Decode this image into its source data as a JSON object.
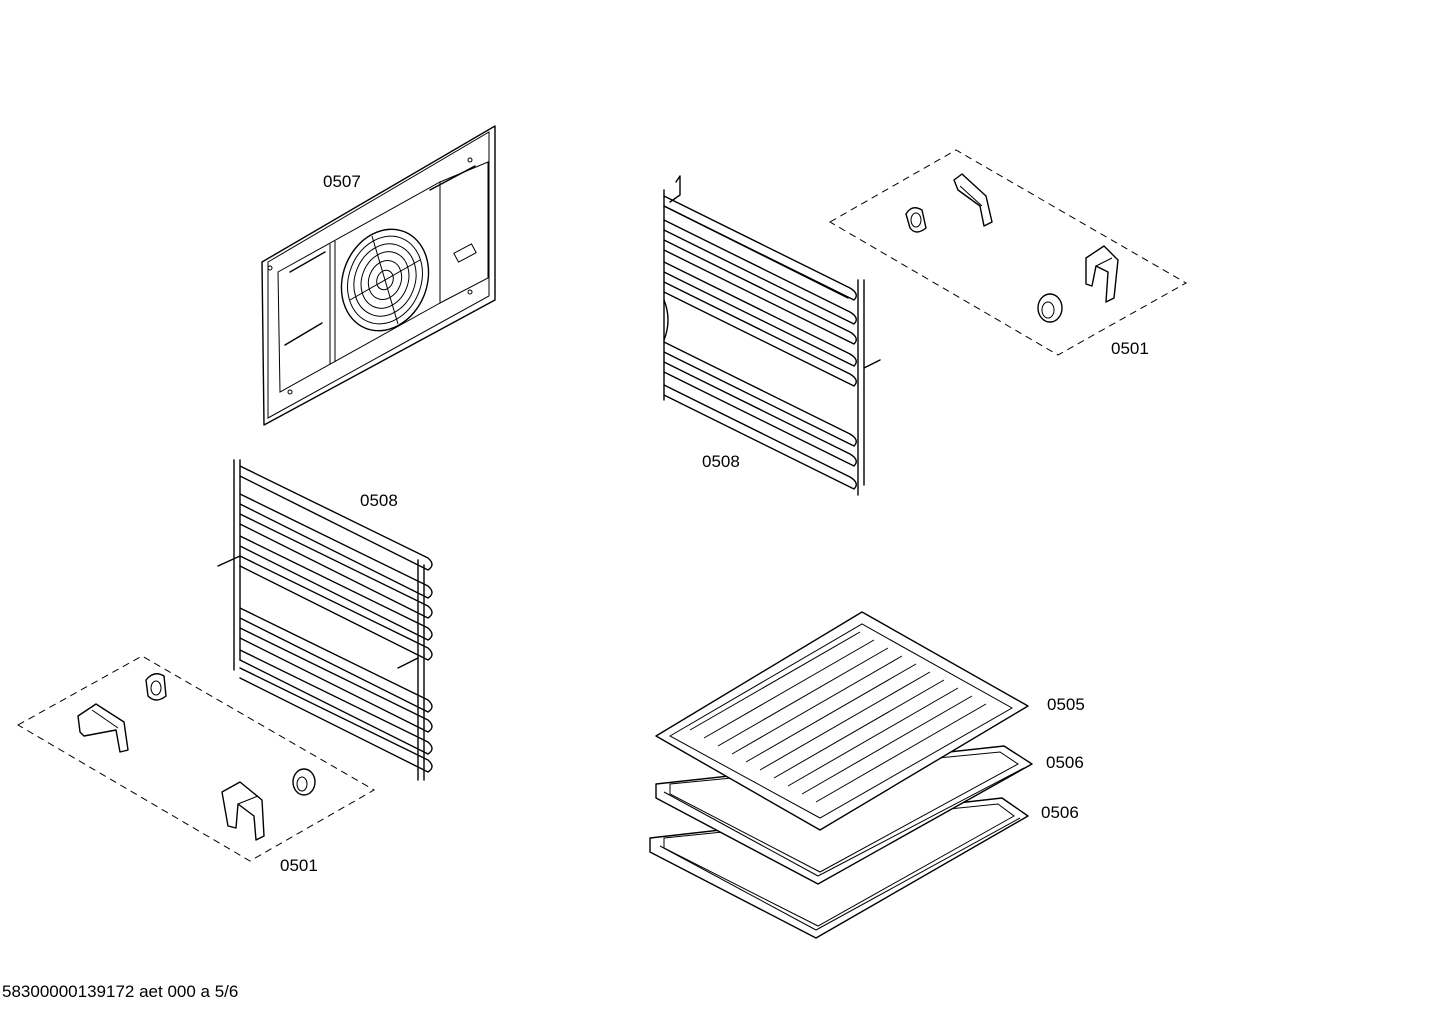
{
  "labels": {
    "back_panel": "0507",
    "rack_right": "0508",
    "rack_left": "0508",
    "clips_right": "0501",
    "clips_left": "0501",
    "grid_shelf": "0505",
    "tray_upper": "0506",
    "tray_lower": "0506"
  },
  "footer": "58300000139172 aet 000 a 5/6"
}
